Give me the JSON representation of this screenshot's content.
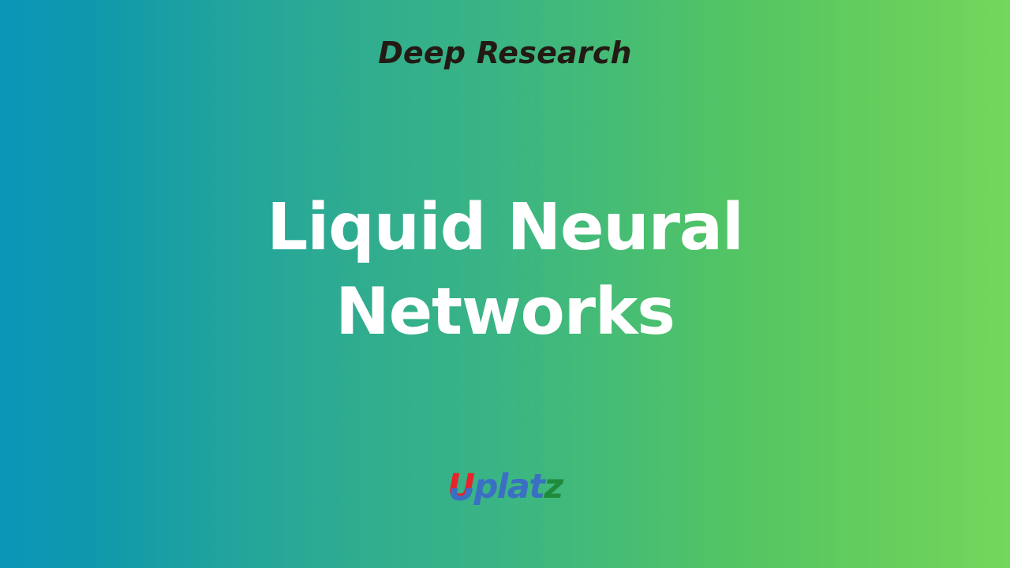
{
  "slide": {
    "kicker": "Deep Research",
    "title_lines": [
      "Liquid Neural",
      "Networks"
    ],
    "brand": {
      "part_1": "U",
      "part_2": "plat",
      "part_3": "z",
      "full_name": "Uplatz"
    },
    "colors": {
      "gradient_start": "#0b96b8",
      "gradient_mid": "#3bb583",
      "gradient_end": "#74d65c",
      "kicker_text": "#231a14",
      "title_text": "#ffffff",
      "brand_red": "#e8232a",
      "brand_blue": "#3a6fc4",
      "brand_green": "#1f8a3c"
    }
  }
}
